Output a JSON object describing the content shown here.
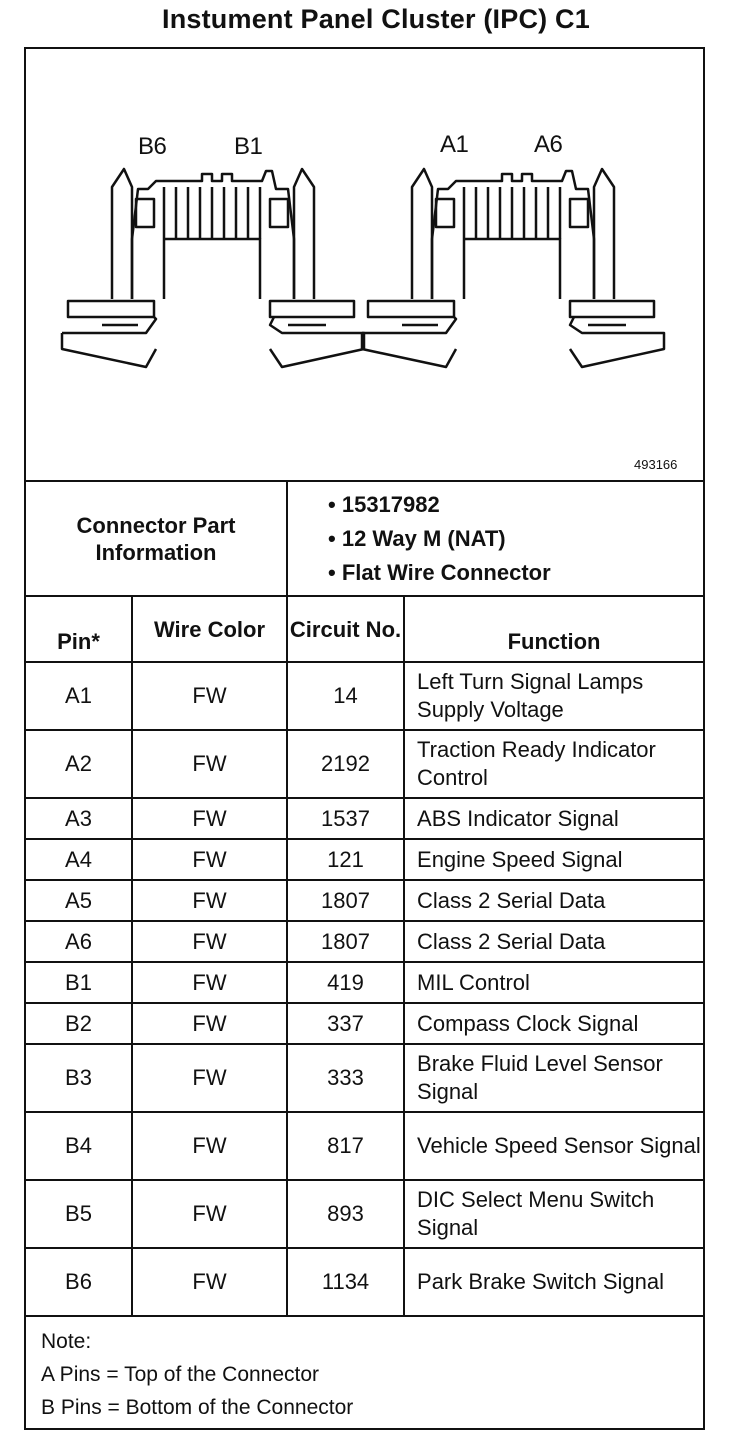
{
  "title": "Instument Panel Cluster (IPC) C1",
  "diagram": {
    "labels": [
      "B6",
      "B1",
      "A1",
      "A6"
    ],
    "figure_id": "493166"
  },
  "connector_info": {
    "heading": "Connector Part Information",
    "items": [
      "15317982",
      "12 Way M (NAT)",
      "Flat Wire Connector"
    ]
  },
  "columns": {
    "pin": "Pin*",
    "wire_color": "Wire Color",
    "circuit": "Circuit No.",
    "function": "Function"
  },
  "rows": [
    {
      "pin": "A1",
      "color": "FW",
      "circuit": "14",
      "function": "Left Turn Signal Lamps Supply Voltage"
    },
    {
      "pin": "A2",
      "color": "FW",
      "circuit": "2192",
      "function": "Traction Ready Indicator Control"
    },
    {
      "pin": "A3",
      "color": "FW",
      "circuit": "1537",
      "function": "ABS Indicator Signal"
    },
    {
      "pin": "A4",
      "color": "FW",
      "circuit": "121",
      "function": "Engine Speed Signal"
    },
    {
      "pin": "A5",
      "color": "FW",
      "circuit": "1807",
      "function": "Class 2 Serial Data"
    },
    {
      "pin": "A6",
      "color": "FW",
      "circuit": "1807",
      "function": "Class 2 Serial Data"
    },
    {
      "pin": "B1",
      "color": "FW",
      "circuit": "419",
      "function": "MIL Control"
    },
    {
      "pin": "B2",
      "color": "FW",
      "circuit": "337",
      "function": "Compass Clock Signal"
    },
    {
      "pin": "B3",
      "color": "FW",
      "circuit": "333",
      "function": "Brake Fluid Level Sensor Signal"
    },
    {
      "pin": "B4",
      "color": "FW",
      "circuit": "817",
      "function": "Vehicle Speed Sensor Signal"
    },
    {
      "pin": "B5",
      "color": "FW",
      "circuit": "893",
      "function": "DIC Select Menu Switch Signal"
    },
    {
      "pin": "B6",
      "color": "FW",
      "circuit": "1134",
      "function": "Park Brake Switch Signal"
    }
  ],
  "note": {
    "heading": "Note:",
    "lines": [
      "A Pins = Top of the Connector",
      "B Pins = Bottom of the Connector"
    ]
  }
}
